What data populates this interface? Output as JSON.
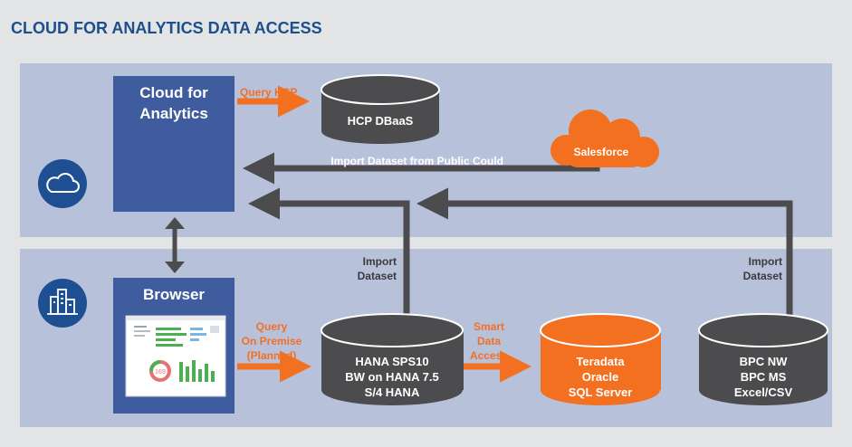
{
  "title": "CLOUD FOR ANALYTICS DATA ACCESS",
  "colors": {
    "background": "#e3e4e6",
    "title": "#1c4f8c",
    "band": "#b8c1da",
    "blue_box": "#3e5c9e",
    "orange": "#f37021",
    "dark": "#4c4c4e",
    "circle_icon": "#1f4f93",
    "white": "#ffffff"
  },
  "cloud_band": {
    "icon": "cloud-icon",
    "analytics_box": {
      "line1": "Cloud for",
      "line2": "Analytics"
    },
    "query_hcp_label": "Query HCP",
    "hcp_db_label": "HCP DBaaS",
    "salesforce_label": "Salesforce",
    "import_public_label": "Import Dataset from Public Could"
  },
  "premise_band": {
    "icon": "buildings-icon",
    "browser_box": {
      "title": "Browser",
      "screenshot_icon": "dashboard-thumbnail",
      "gauge_value": "169"
    },
    "query_on_premise": {
      "line1": "Query",
      "line2": "On Premise",
      "line3": "(Planned)"
    },
    "hana_db": {
      "line1": "HANA SPS10",
      "line2": "BW on HANA 7.5",
      "line3": "S/4 HANA"
    },
    "smart_data_access": {
      "line1": "Smart",
      "line2": "Data",
      "line3": "Access"
    },
    "teradata_db": {
      "line1": "Teradata",
      "line2": "Oracle",
      "line3": "SQL Server"
    },
    "bpc_db": {
      "line1": "BPC NW",
      "line2": "BPC MS",
      "line3": "Excel/CSV"
    },
    "import_left": {
      "line1": "Import",
      "line2": "Dataset"
    },
    "import_right": {
      "line1": "Import",
      "line2": "Dataset"
    }
  }
}
